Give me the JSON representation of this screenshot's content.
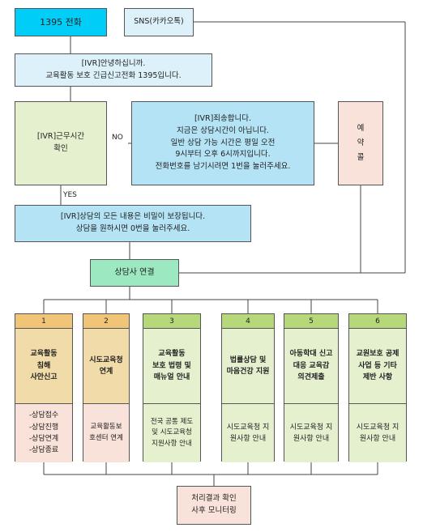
{
  "nodes": {
    "call": "1395 전화",
    "sns": "SNS(카카오톡)",
    "ivr_greeting": "[IVR]안녕하십니까.\n교육활동 보호 긴급신고전화 1395입니다.",
    "work_hours_check": "[IVR]근무시간\n확인",
    "after_hours": "[IVR]죄송합니다.\n지금은 상담시간이 아닙니다.\n일반 상담 가능 시간은 평일 오전\n9시부터 오후 6시까지입니다.\n전화번호를 남기시려면 1번을 눌러주세요.",
    "reservation": "예\n약\n콜",
    "confidential": "[IVR]상담의 모든 내용은 비밀이 보장됩니다.\n상담을 원하시면 0번을 눌러주세요.",
    "connect": "상담사 연결",
    "followup": "처리결과 확인\n사후 모니터링"
  },
  "edge_labels": {
    "no": "NO",
    "yes": "YES"
  },
  "categories": [
    {
      "num": "1",
      "title": "교육활동\n침해\n사안신고",
      "detail": "-상담접수\n-상담진행\n-상담연계\n-상담종료"
    },
    {
      "num": "2",
      "title": "시도교육청\n연계",
      "detail": "교육활동보\n호센터 연계"
    },
    {
      "num": "3",
      "title": "교육활동\n보호 법령 및\n매뉴얼 안내",
      "detail": "전국 공통 제도\n및 시도교육청\n지원사항 안내"
    },
    {
      "num": "4",
      "title": "법률상담 및\n마음건강 지원",
      "detail": "시도교육청 지\n원사항 안내"
    },
    {
      "num": "5",
      "title": "아동학대 신고\n대응 교육감\n의견제출",
      "detail": "시도교육청 지\n원사항 안내"
    },
    {
      "num": "6",
      "title": "교원보호 공제\n사업 등 기타\n제반 사항",
      "detail": "시도교육청 지\n원사항 안내"
    }
  ],
  "colors": {
    "cyan": "#00cdf8",
    "light_blue": "#dcf1fa",
    "sky": "#b3e3f4",
    "light_green": "#e5f0cf",
    "peach": "#f9e2d9",
    "mint": "#9be8c1",
    "orange_head": "#f0c578",
    "tan": "#f1dba9",
    "green_head": "#b6d77a"
  }
}
